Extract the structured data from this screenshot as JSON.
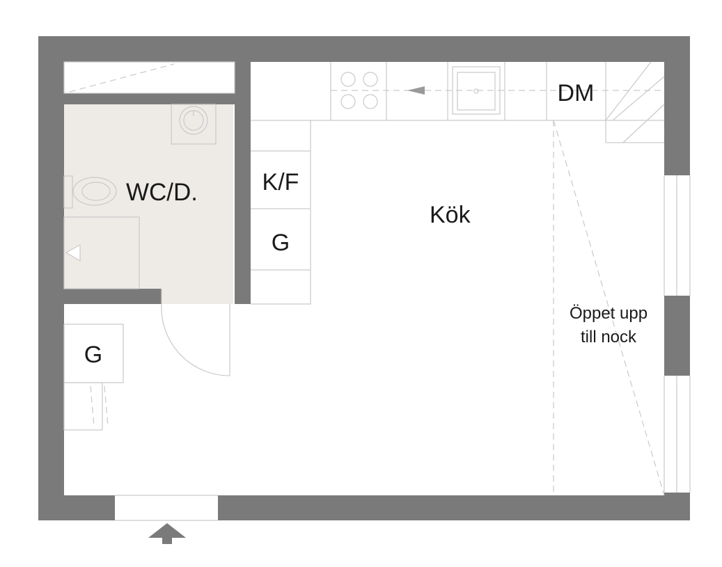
{
  "rooms": {
    "wc": "WC/D.",
    "kitchen": "Kök",
    "fridge": "K/F",
    "closet_kitchen": "G",
    "closet_hall": "G",
    "dishwasher": "DM",
    "open_to_ridge_line1": "Öppet upp",
    "open_to_ridge_line2": "till nock"
  },
  "colors": {
    "wall": "#7a7a7a",
    "wc_floor": "#eeebe7",
    "fixture_line": "#c9c9c9",
    "text": "#1a1a1a"
  },
  "icons": {
    "entrance": "entrance-arrow-icon",
    "toilet": "toilet-icon",
    "basin": "wash-basin-icon",
    "stove": "stove-icon",
    "sink": "kitchen-sink-icon",
    "stairs": "stairs-icon",
    "door": "door-swing-icon"
  }
}
